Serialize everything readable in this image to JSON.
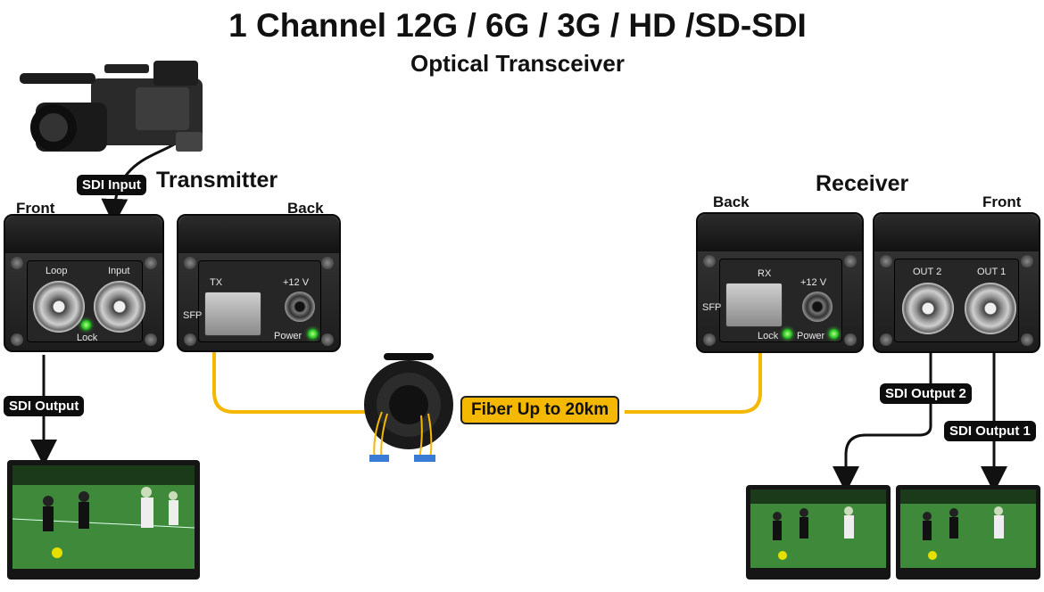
{
  "title": "1 Channel 12G / 6G / 3G / HD /SD-SDI",
  "subtitle": "Optical Transceiver",
  "transmitter": {
    "heading": "Transmitter",
    "front_label": "Front",
    "back_label": "Back",
    "loop_label": "Loop",
    "input_label": "Input",
    "lock_label": "Lock",
    "tx_label": "TX",
    "sfp_label": "SFP",
    "power_spec": "+12 V",
    "power_label": "Power"
  },
  "receiver": {
    "heading": "Receiver",
    "front_label": "Front",
    "back_label": "Back",
    "rx_label": "RX",
    "sfp_label": "SFP",
    "power_spec": "+12 V",
    "lock_label": "Lock",
    "power_label": "Power",
    "out2_label": "OUT 2",
    "out1_label": "OUT 1"
  },
  "tags": {
    "sdi_input": "SDI Input",
    "sdi_output": "SDI Output",
    "fiber": "Fiber Up to 20km",
    "sdi_output_2": "SDI Output 2",
    "sdi_output_1": "SDI Output 1"
  },
  "colors": {
    "fiber": "#f5b800",
    "led": "#22c31f",
    "tag_bg": "#0d0d0d",
    "enclosure": "#1c1c1c"
  },
  "icons": [
    "camera-icon",
    "tv-monitor-icon",
    "fiber-reel-icon",
    "bnc-connector-icon",
    "sfp-module-icon",
    "dc-jack-icon"
  ]
}
